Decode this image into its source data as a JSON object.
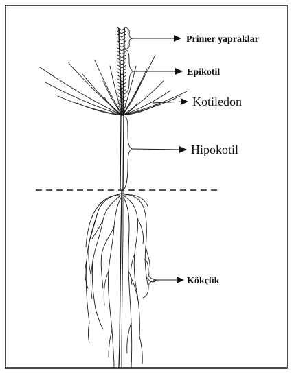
{
  "labels": {
    "primer_yapraklar": "Primer yapraklar",
    "epikotil": "Epikotil",
    "kotiledon": "Kotiledon",
    "hipokotil": "Hipokotil",
    "kokcuk": "Kökçük"
  }
}
